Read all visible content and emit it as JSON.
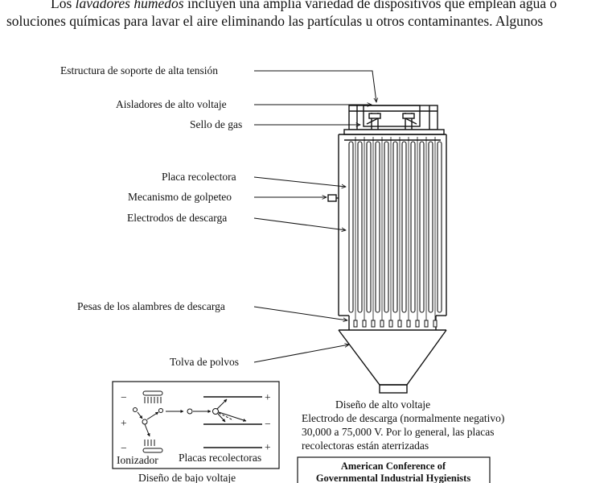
{
  "intro": {
    "line1_pre": "Los ",
    "line1_em": "lavadores húmedos",
    "line1_post": " incluyen una amplia variedad de dispositivos que emplean agua o",
    "line2": "soluciones químicas para lavar el aire eliminando las partículas u otros contaminantes. Algunos"
  },
  "labels": {
    "structure": "Estructura de soporte de alta tensión",
    "insulators": "Aisladores de alto voltaje",
    "gas_seal": "Sello de gas",
    "plate": "Placa recolectora",
    "rapper": "Mecanismo de golpeteo",
    "electrodes": "Electrodos de descarga",
    "weights": "Pesas de los alambres de descarga",
    "hopper": "Tolva de polvos"
  },
  "inset": {
    "ionizer": "Ionizador",
    "plates": "Placas recolectoras",
    "low_voltage": "Diseño de bajo voltaje"
  },
  "high_voltage": {
    "title": "Diseño de alto voltaje",
    "line1": "Electrodo de descarga (normalmente negativo)",
    "line2": "30,000 a 75,000 V. Por lo general, las placas",
    "line3": "recolectoras están aterrizadas"
  },
  "credit": {
    "line1": "American Conference of",
    "line2": "Governmental Industrial Hygienists"
  },
  "signs": {
    "plus": "+",
    "minus": "−"
  }
}
